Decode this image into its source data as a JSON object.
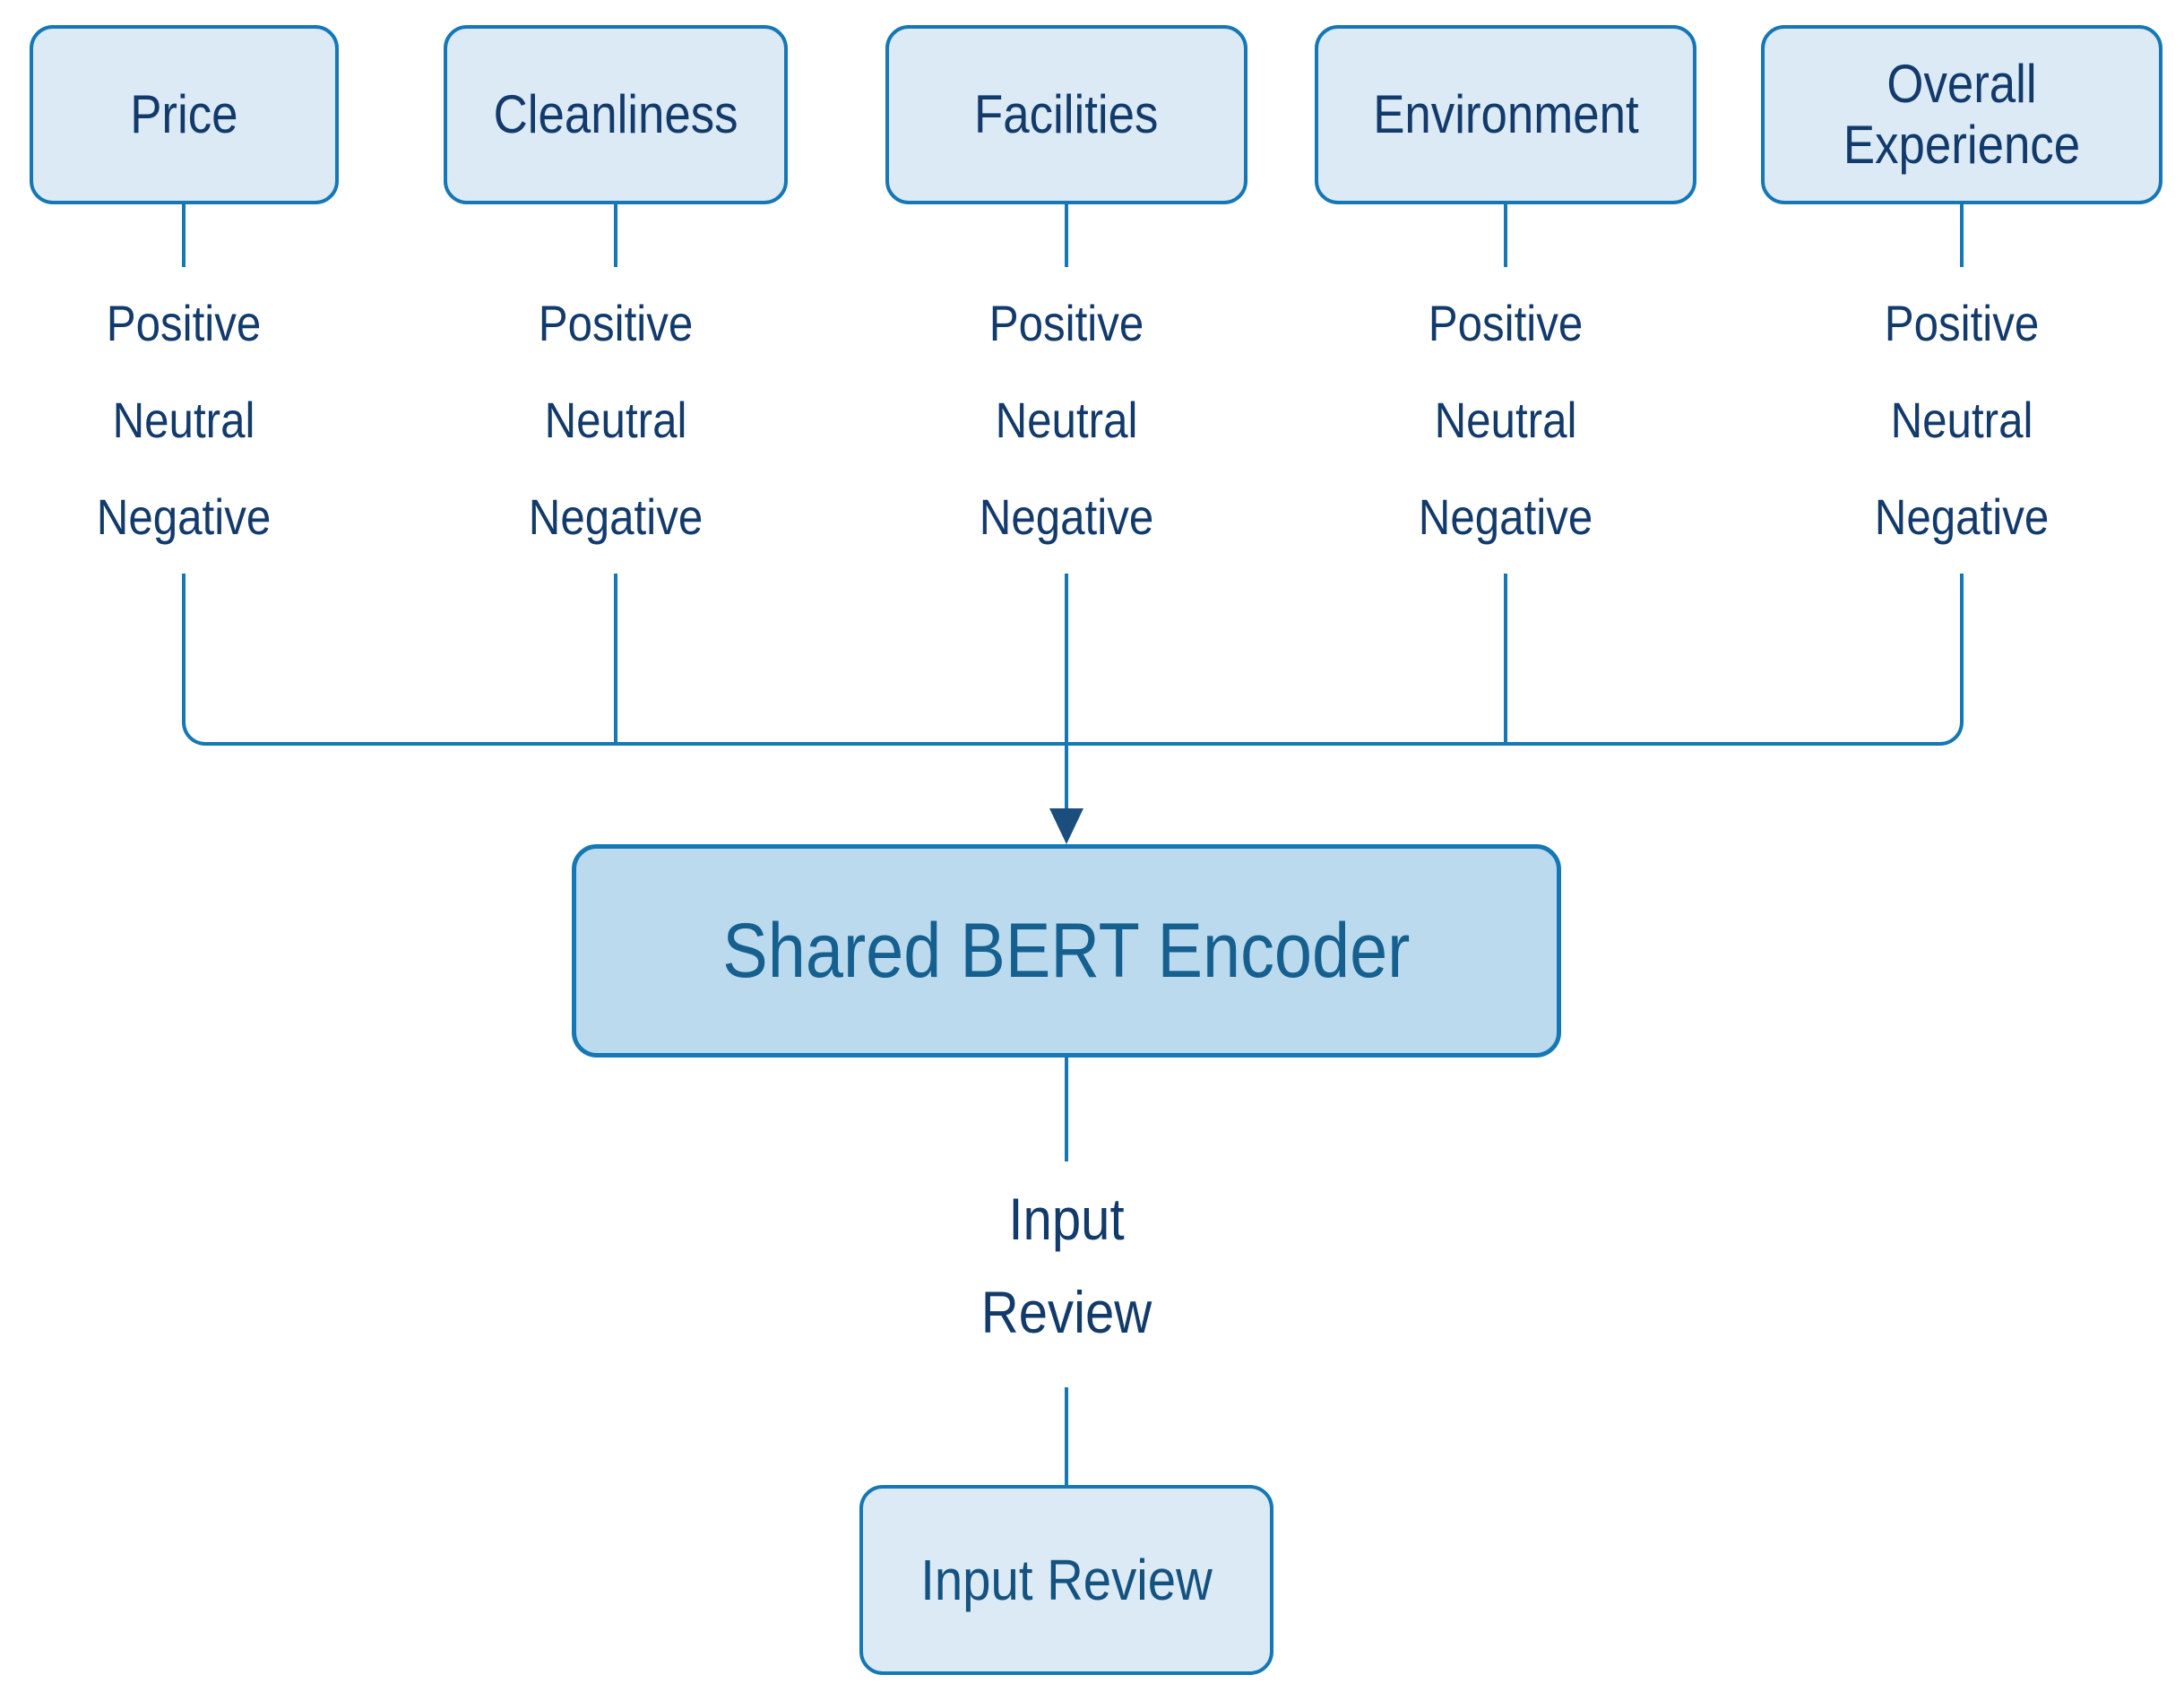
{
  "colors": {
    "line_blue": "#1577B5",
    "box_fill": "#DCEAF6",
    "encoder_fill": "#BCDAEE",
    "label_navy": "#123A6B",
    "encoder_text": "#15608F",
    "bottom_box_text": "#14527F",
    "arrow_head": "#1C4E7D",
    "background": "#FFFFFF"
  },
  "aspects": [
    {
      "label": "Price",
      "sentiments": [
        "Positive",
        "Neutral",
        "Negative"
      ]
    },
    {
      "label": "Cleanliness",
      "sentiments": [
        "Positive",
        "Neutral",
        "Negative"
      ]
    },
    {
      "label": "Facilities",
      "sentiments": [
        "Positive",
        "Neutral",
        "Negative"
      ]
    },
    {
      "label": "Environment",
      "sentiments": [
        "Positive",
        "Neutral",
        "Negative"
      ]
    },
    {
      "label": "Overall Experience",
      "sentiments": [
        "Positive",
        "Neutral",
        "Negative"
      ]
    }
  ],
  "encoder": {
    "label": "Shared BERT Encoder"
  },
  "input_review": {
    "line1": "Input",
    "line2": "Review"
  },
  "input_box": {
    "label": "Input Review"
  }
}
